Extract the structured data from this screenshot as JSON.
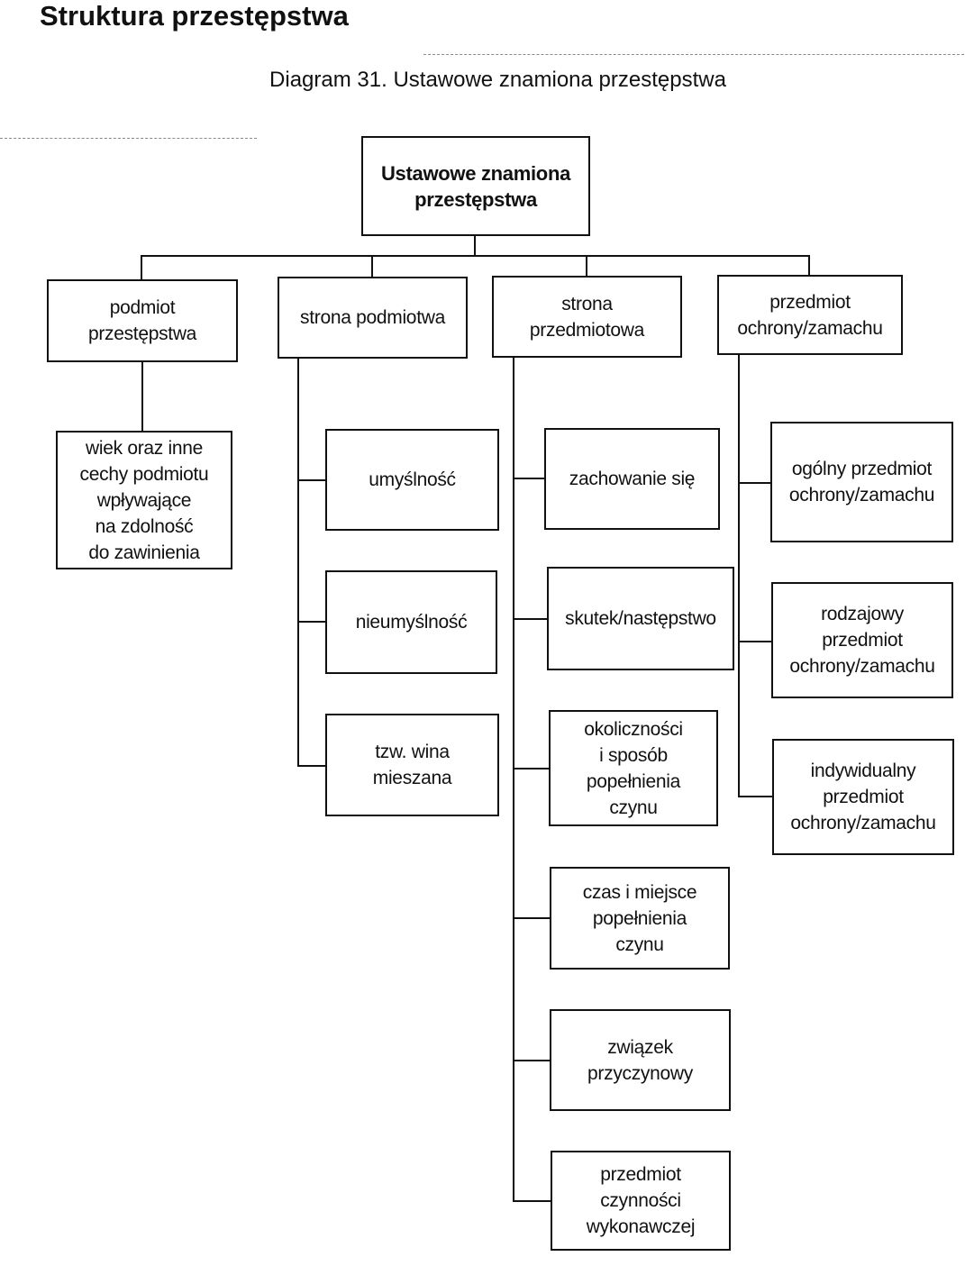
{
  "page": {
    "title": "Struktura przestępstwa",
    "caption": "Diagram 31. Ustawowe znamiona przestępstwa"
  },
  "diagram": {
    "root": "Ustawowe znamiona\nprzestępstwa",
    "branches": {
      "podmiot": {
        "label": "podmiot\nprzestępstwa",
        "children": [
          "wiek oraz inne\ncechy podmiotu\nwpływające\nna zdolność\ndo zawinienia"
        ]
      },
      "strona_podmiotowa": {
        "label": "strona podmiotwa",
        "children": [
          "umyślność",
          "nieumyślność",
          "tzw. wina\nmieszana"
        ]
      },
      "strona_przedmiotowa": {
        "label": "strona\nprzedmiotowa",
        "children": [
          "zachowanie się",
          "skutek/następstwo",
          "okoliczności\ni sposób\npopełnienia\nczynu",
          "czas i miejsce\npopełnienia\nczynu",
          "związek\nprzyczynowy",
          "przedmiot\nczynności\nwykonawczej"
        ]
      },
      "przedmiot_ochrony": {
        "label": "przedmiot\nochrony/zamachu",
        "children": [
          "ogólny przedmiot\nochrony/zamachu",
          "rodzajowy\nprzedmiot\nochrony/zamachu",
          "indywidualny\nprzedmiot\nochrony/zamachu"
        ]
      }
    }
  }
}
